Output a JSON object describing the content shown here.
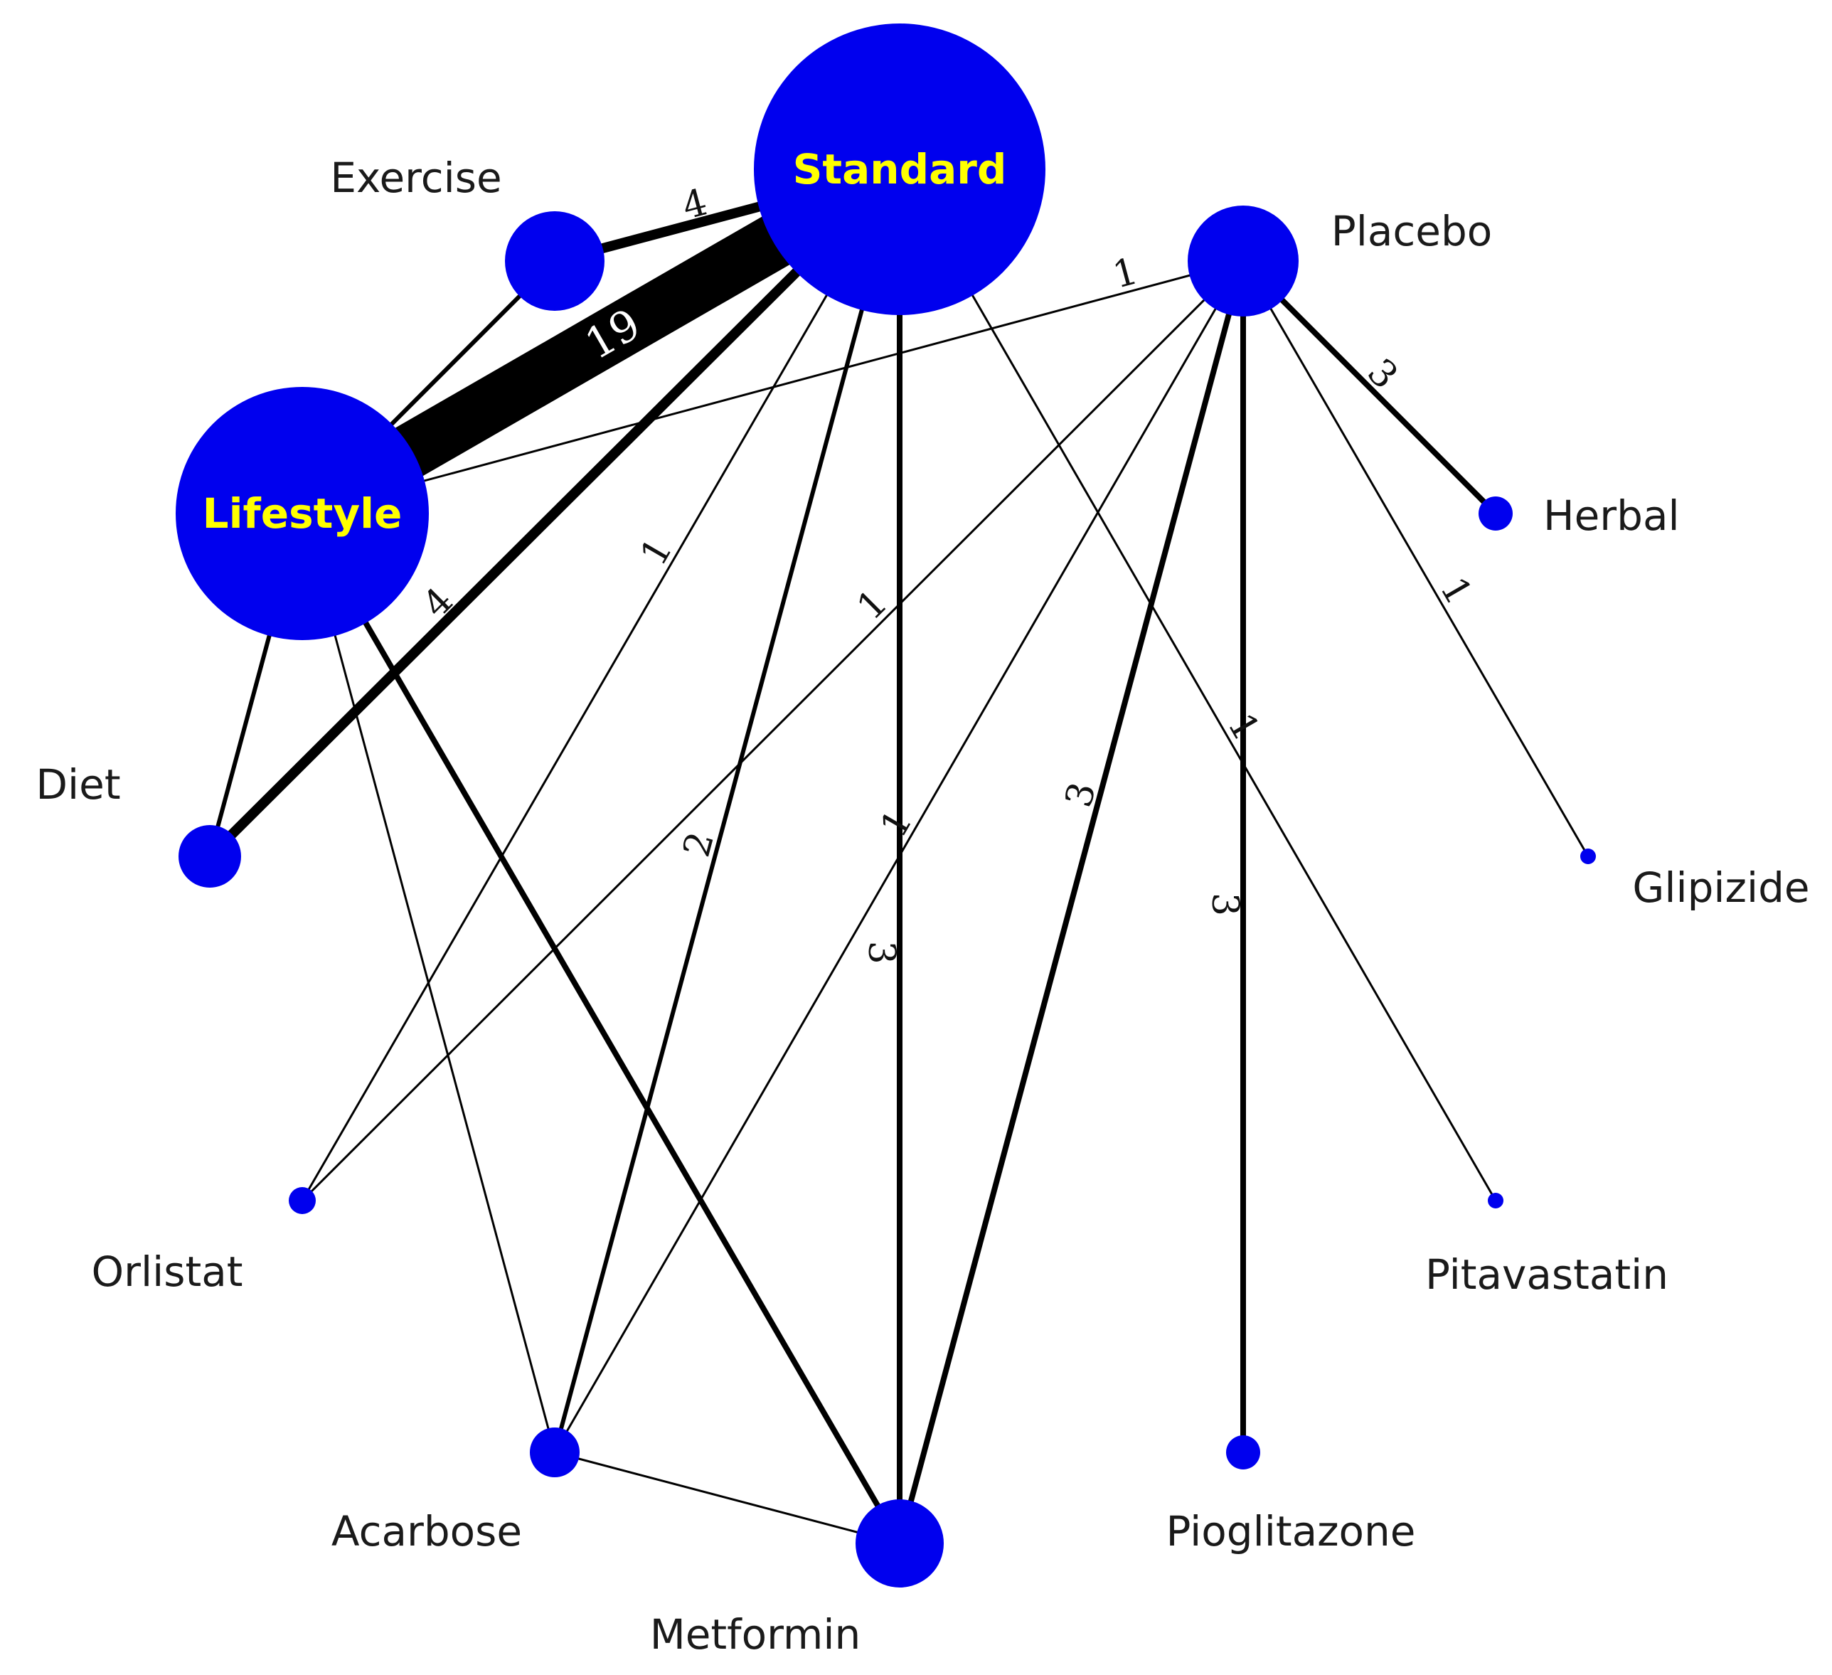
{
  "colors": {
    "node": "#0000ee",
    "edge": "#000000",
    "inner_label": "#ffff00",
    "label": "#1a1a1a"
  },
  "nodes": [
    {
      "id": "standard",
      "label": "Standard",
      "label_inside": true
    },
    {
      "id": "exercise",
      "label": "Exercise",
      "label_inside": false
    },
    {
      "id": "placebo",
      "label": "Placebo",
      "label_inside": false
    },
    {
      "id": "lifestyle",
      "label": "Lifestyle",
      "label_inside": true
    },
    {
      "id": "herbal",
      "label": "Herbal",
      "label_inside": false
    },
    {
      "id": "diet",
      "label": "Diet",
      "label_inside": false
    },
    {
      "id": "glipizide",
      "label": "Glipizide",
      "label_inside": false
    },
    {
      "id": "orlistat",
      "label": "Orlistat",
      "label_inside": false
    },
    {
      "id": "pitavastatin",
      "label": "Pitavastatin",
      "label_inside": false
    },
    {
      "id": "acarbose",
      "label": "Acarbose",
      "label_inside": false
    },
    {
      "id": "pioglitazone",
      "label": "Pioglitazone",
      "label_inside": false
    },
    {
      "id": "metformin",
      "label": "Metformin",
      "label_inside": false
    }
  ],
  "edges": [
    {
      "from": "lifestyle",
      "to": "standard",
      "label": "19",
      "studies": 19
    },
    {
      "from": "exercise",
      "to": "standard",
      "label": "4",
      "studies": 4
    },
    {
      "from": "diet",
      "to": "standard",
      "label": "4",
      "studies": 4
    },
    {
      "from": "placebo",
      "to": "lifestyle",
      "label": "1",
      "studies": 1
    },
    {
      "from": "placebo",
      "to": "herbal",
      "label": "3",
      "studies": 3
    },
    {
      "from": "placebo",
      "to": "glipizide",
      "label": "1",
      "studies": 1
    },
    {
      "from": "standard",
      "to": "orlistat",
      "label": "1",
      "studies": 1
    },
    {
      "from": "placebo",
      "to": "orlistat",
      "label": "1",
      "studies": 1
    },
    {
      "from": "standard",
      "to": "acarbose",
      "label": "2",
      "studies": 2
    },
    {
      "from": "placebo",
      "to": "acarbose",
      "label": "1",
      "studies": 1
    },
    {
      "from": "standard",
      "to": "metformin",
      "label": "3",
      "studies": 3
    },
    {
      "from": "placebo",
      "to": "metformin",
      "label": "3",
      "studies": 3
    },
    {
      "from": "placebo",
      "to": "pioglitazone",
      "label": "3",
      "studies": 3
    },
    {
      "from": "standard",
      "to": "pitavastatin",
      "label": "1",
      "studies": 1
    },
    {
      "from": "exercise",
      "to": "lifestyle",
      "label": "",
      "studies": 2
    },
    {
      "from": "lifestyle",
      "to": "diet",
      "label": "",
      "studies": 2
    },
    {
      "from": "lifestyle",
      "to": "metformin",
      "label": "",
      "studies": 3
    },
    {
      "from": "lifestyle",
      "to": "acarbose",
      "label": "",
      "studies": 1
    },
    {
      "from": "acarbose",
      "to": "metformin",
      "label": "",
      "studies": 1
    }
  ]
}
